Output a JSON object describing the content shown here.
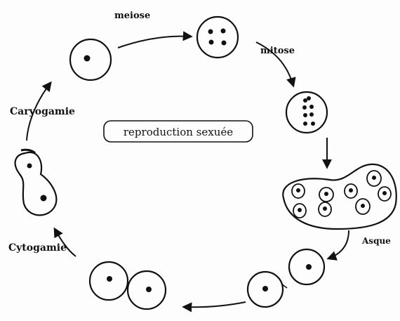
{
  "labels": {
    "meiose": "meiose",
    "mitose": "mitose",
    "caryogamie": "Caryogamie",
    "center": "reproduction sexuée",
    "cytogamie": "Cytogamie",
    "asque": "Asque"
  }
}
